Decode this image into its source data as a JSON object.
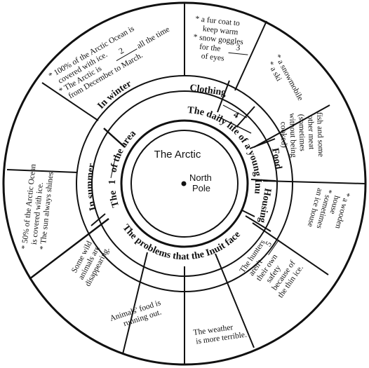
{
  "center": {
    "title": "The Arctic",
    "pole_line1": "North",
    "pole_line2": "Pole"
  },
  "rings": {
    "area_pre": "The",
    "area_blank": "1",
    "area_post": "of the area",
    "daily": "The daily life of a young Inuit",
    "problems": "The problems that the Inuit face"
  },
  "categories": {
    "winter": "In winter",
    "summer": "In summer",
    "clothing": "Clothing",
    "food": "Food",
    "housing": "Housing",
    "clothing_food_blank": "4"
  },
  "cells": {
    "winter": [
      "* 100% of the Arctic Ocean is",
      "covered with ice.",
      "* The Arctic is",
      "2",
      "all the time",
      "from  December to March."
    ],
    "clothing": [
      "* a fur coat to",
      "keep warm",
      "* snow goggles",
      "for the",
      "3",
      "of eyes"
    ],
    "transport": [
      "* a snowmobile",
      "* a ski"
    ],
    "food": [
      "fish and some",
      "other meat",
      "(sometimes",
      "without being",
      "cooked)"
    ],
    "housing": [
      "* a wooden",
      "house",
      "* sometimes",
      "an ice house"
    ],
    "hunters": [
      "The hunters",
      "aren't",
      "5",
      "their own",
      "safety",
      "because of",
      "the thin ice."
    ],
    "weather": [
      "The weather",
      "is more terrible."
    ],
    "animals_food": [
      "Animals' food is",
      "running out."
    ],
    "wild_animals": [
      "Some wild",
      "animals are",
      "disappearing."
    ],
    "summer": [
      "* 50% of the Arctic Ocean",
      "is covered with ice.",
      "* The sun always shines."
    ]
  }
}
